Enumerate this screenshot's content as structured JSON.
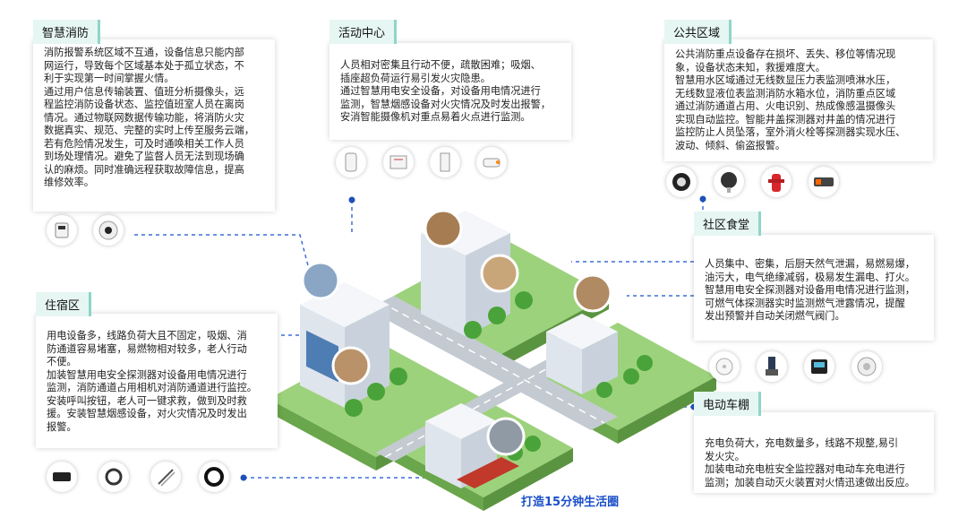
{
  "sections": {
    "fire": {
      "title": "智慧消防",
      "lines": [
        "消防报警系统区域不互通，设备信息只能内部",
        "网运行，导致每个区域基本处于孤立状态，不",
        "利于实现第一时间掌握火情。",
        "通过用户信息传输装置、值班分析摄像头，远",
        "程监控消防设备状态、监控值班室人员在离岗",
        "情况。通过物联网数据传输功能，将消防火灾",
        "数据真实、规范、完整的实时上传至服务云端，",
        "若有危险情况发生，可及时通唤相关工作人员",
        "到场处理情况。避免了监督人员无法到现场确",
        "认的麻烦。同时准确远程获取故障信息，提高",
        "维修效率。"
      ]
    },
    "activity": {
      "title": "活动中心",
      "lines": [
        "人员相对密集且行动不便，疏散困难；吸烟、",
        "插座超负荷运行易引发火灾隐患。",
        "通过智慧用电安全设备，对设备用电情况进行",
        "监测，智慧烟感设备对火灾情况及时发出报警，",
        "安消智能摄像机对重点易着火点进行监测。"
      ]
    },
    "public": {
      "title": "公共区域",
      "lines": [
        "公共消防重点设备存在损坏、丢失、移位等情况现",
        "象，设备状态未知，救援难度大。",
        "智慧用水区域通过无线数显压力表监测喷淋水压，",
        "无线数显液位表监测消防水箱水位，消防重点区域",
        "通过消防通道占用、火电识别、热成像感温摄像头",
        "实现自动监控。智能井盖探测器对井盖的情况进行",
        "监控防止人员坠落，室外消火栓等探测器实现水压、",
        "波动、倾斜、偷盗报警。"
      ]
    },
    "canteen": {
      "title": "社区食堂",
      "lines": [
        "人员集中、密集，后厨天然气泄漏，易燃易爆，",
        "油污大，电气绝缘减弱，极易发生漏电、打火。",
        "智慧用电安全探测器对设备用电情况进行监测，",
        "可燃气体探测器实时监测燃气泄露情况，提醒",
        "发出预警并自动关闭燃气阀门。"
      ]
    },
    "residence": {
      "title": "住宿区",
      "lines": [
        "用电设备多，线路负荷大且不固定，吸烟、消",
        "防通道容易堵塞，易燃物相对较多，老人行动",
        "不便。",
        "加装智慧用电安全探测器对设备用电情况进行",
        "监测，消防通道占用相机对消防通道进行监控。",
        "安装呼叫按钮，老人可一键求救，做到及时救",
        "援。安装智慧烟感设备，对火灾情况及时发出",
        "报警。"
      ]
    },
    "ebike": {
      "title": "电动车棚",
      "lines": [
        "充电负荷大，充电数量多，线路不规整,易引",
        "发火灾。",
        "加装电动充电桩安全监控器对电动车充电进行",
        "监测；加装自动灭火装置对火情迅速做出反应。"
      ]
    }
  },
  "caption": "打造15分钟生活圈",
  "icons": {
    "fire": [
      "user-info-transmitter-icon",
      "dome-camera-icon"
    ],
    "activity": [
      "smoke-detector-icon",
      "circuit-breaker-icon",
      "electrical-sensor-icon",
      "bullet-camera-icon"
    ],
    "public": [
      "pressure-gauge-icon",
      "level-gauge-icon",
      "fire-hydrant-icon",
      "thermal-camera-icon"
    ],
    "canteen": [
      "gas-detector-icon",
      "shutoff-valve-icon",
      "electrical-monitor-icon",
      "alarm-bell-icon"
    ],
    "residence": [
      "call-button-icon",
      "current-transformer-icon",
      "temperature-probe-icon",
      "cable-sensor-icon"
    ]
  },
  "colors": {
    "accent": "#1f4fb8",
    "tag_bg": "#e6f6f3",
    "grass": "#7cc85a",
    "road": "#bfc6cf",
    "building": "#e9edf2",
    "window": "#4e7db4"
  }
}
